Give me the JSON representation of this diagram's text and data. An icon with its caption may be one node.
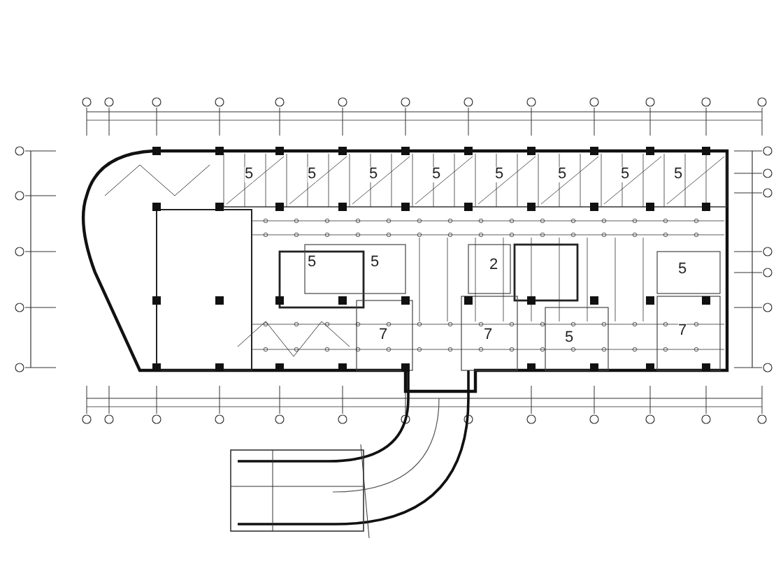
{
  "diagram": {
    "labels": [
      "5",
      "5",
      "5",
      "5",
      "5",
      "5",
      "5",
      "5",
      "5",
      "5",
      "2",
      "5",
      "7",
      "7",
      "5",
      "7"
    ]
  }
}
